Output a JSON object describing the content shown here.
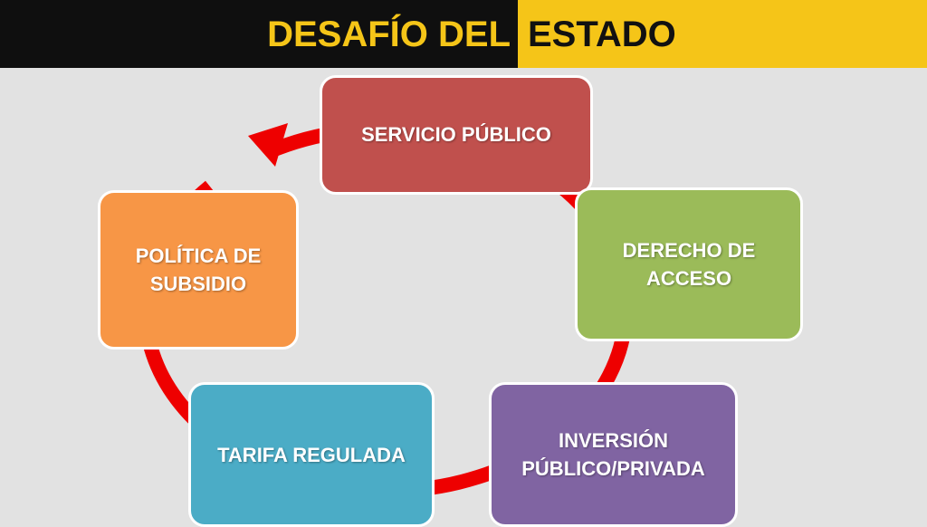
{
  "header": {
    "title_part1": "DESAFÍO DEL",
    "title_part2": "ESTADO"
  },
  "cycle": {
    "steps": [
      {
        "label": "SERVICIO PÚBLICO",
        "color": "#c0504d"
      },
      {
        "label": "DERECHO DE ACCESO",
        "color": "#9bbb59"
      },
      {
        "label": "INVERSIÓN PÚBLICO/PRIVADA",
        "color": "#8064a2"
      },
      {
        "label": "TARIFA REGULADA",
        "color": "#4bacc6"
      },
      {
        "label": "POLÍTICA DE SUBSIDIO",
        "color": "#f79646"
      }
    ],
    "arrow_color": "#ee0000"
  },
  "colors": {
    "background": "#e2e2e2",
    "title_dark": "#0f0f0f",
    "title_yellow": "#f5c518"
  }
}
